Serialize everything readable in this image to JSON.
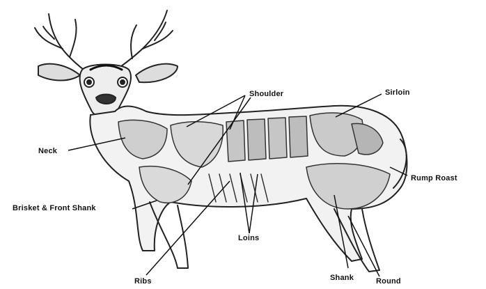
{
  "diagram": {
    "labels": {
      "shoulder": "Shoulder",
      "sirloin": "Sirloin",
      "neck": "Neck",
      "rump_roast": "Rump Roast",
      "brisket_front_shank": "Brisket & Front Shank",
      "loins": "Loins",
      "ribs": "Ribs",
      "shank": "Shank",
      "round": "Round"
    }
  }
}
